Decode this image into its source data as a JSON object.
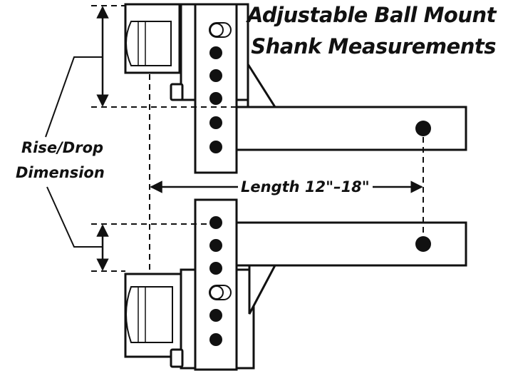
{
  "title": {
    "line1": "Adjustable Ball Mount",
    "line2": "Shank Measurements"
  },
  "labels": {
    "rise_drop_line1": "Rise/Drop",
    "rise_drop_line2": "Dimension",
    "length": "Length 12\"–18\""
  },
  "colors": {
    "ink": "#111111",
    "background": "#ffffff"
  }
}
